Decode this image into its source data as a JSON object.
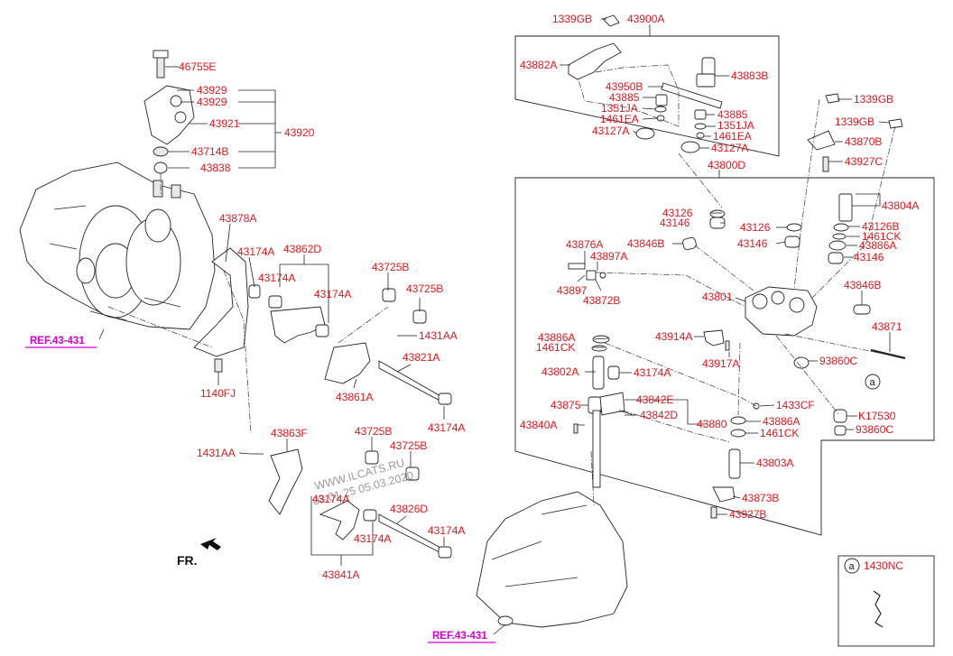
{
  "labels": {
    "l_46755E": "46755E",
    "l_43929a": "43929",
    "l_43929b": "43929",
    "l_43921": "43921",
    "l_43920": "43920",
    "l_43714B": "43714B",
    "l_43838": "43838",
    "l_43878A": "43878A",
    "l_43174A_1": "43174A",
    "l_43862D": "43862D",
    "l_43174A_2": "43174A",
    "l_43174A_3": "43174A",
    "l_43725B_1": "43725B",
    "l_43725B_2": "43725B",
    "l_1431AA_1": "1431AA",
    "l_43821A": "43821A",
    "l_43861A": "43861A",
    "l_43174A_4": "43174A",
    "l_1140FJ": "1140FJ",
    "l_43863F": "43863F",
    "l_43725B_3": "43725B",
    "l_43725B_4": "43725B",
    "l_1431AA_2": "1431AA",
    "l_43174A_5": "43174A",
    "l_43174A_6": "43174A",
    "l_43826D": "43826D",
    "l_43174A_7": "43174A",
    "l_43841A": "43841A",
    "l_1339GB_1": "1339GB",
    "l_43900A": "43900A",
    "l_43882A": "43882A",
    "l_43883B": "43883B",
    "l_43950B": "43950B",
    "l_43885_1": "43885",
    "l_1351JA_1": "1351JA",
    "l_1461EA_1": "1461EA",
    "l_43127A_1": "43127A",
    "l_43885_2": "43885",
    "l_1351JA_2": "1351JA",
    "l_1461EA_2": "1461EA",
    "l_43127A_2": "43127A",
    "l_1339GB_2": "1339GB",
    "l_1339GB_3": "1339GB",
    "l_43870B": "43870B",
    "l_43927C": "43927C",
    "l_43800D": "43800D",
    "l_43804A": "43804A",
    "l_43126_1": "43126",
    "l_43146_1": "43146",
    "l_43126_2": "43126",
    "l_43126B": "43126B",
    "l_1461CK_1": "1461CK",
    "l_43146_2": "43146",
    "l_43886A_1": "43886A",
    "l_43146_3": "43146",
    "l_43876A": "43876A",
    "l_43846B_1": "43846B",
    "l_43897A": "43897A",
    "l_43897": "43897",
    "l_43872B": "43872B",
    "l_43801": "43801",
    "l_43846B_2": "43846B",
    "l_43886A_2": "43886A",
    "l_1461CK_2": "1461CK",
    "l_43914A": "43914A",
    "l_43871": "43871",
    "l_43802A": "43802A",
    "l_43174A_8": "43174A",
    "l_43917A": "43917A",
    "l_93860C_1": "93860C",
    "l_43875": "43875",
    "l_43842E": "43842E",
    "l_1433CF": "1433CF",
    "l_43842D": "43842D",
    "l_43880": "43880",
    "l_43840A": "43840A",
    "l_43886A_3": "43886A",
    "l_K17530": "K17530",
    "l_1461CK_3": "1461CK",
    "l_93860C_2": "93860C",
    "l_43803A": "43803A",
    "l_43873B": "43873B",
    "l_43927B": "43927B",
    "l_1430NC": "1430NC"
  },
  "refs": {
    "ref_1": "REF.43-431",
    "ref_2": "REF.43-431"
  },
  "callout_a1": "a",
  "callout_a2": "a",
  "fr_label": "FR.",
  "watermark": {
    "line1": "WWW.ILCATS.RU",
    "line2": "08.01.25 05.03.2020"
  },
  "colors": {
    "label": "#e0181e",
    "ref_link": "#d400d4",
    "line": "#222222"
  }
}
